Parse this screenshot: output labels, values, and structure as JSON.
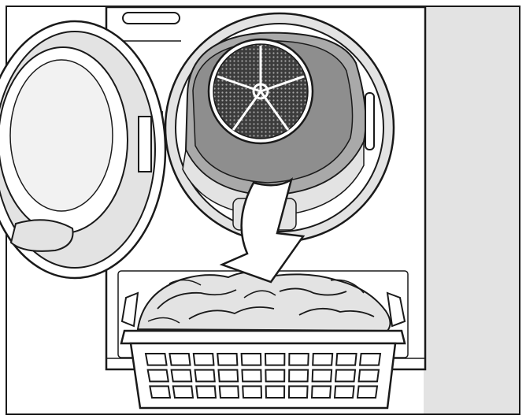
{
  "illustration": {
    "subject": "dryer-unloading-into-basket",
    "colors": {
      "outline": "#1a1a1a",
      "paper": "#ffffff",
      "panel_grey": "#e3e3e3",
      "drum_dark": "#8e8e8e",
      "drum_mid": "#a9a9a9",
      "drum_shadow": "#6f6f6f",
      "filter_mesh": "#3c3c3c",
      "glass_light": "#f2f2f2"
    },
    "icons": [
      "dryer-body",
      "open-door",
      "drum",
      "lint-filter",
      "arrow-down",
      "laundry-basket",
      "laundry-pile"
    ]
  }
}
